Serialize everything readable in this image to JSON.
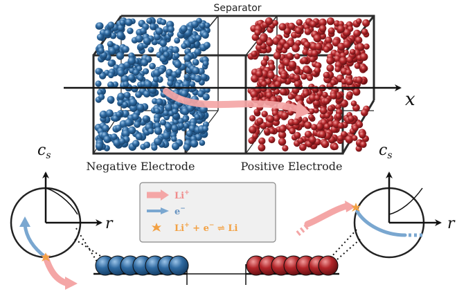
{
  "labels": {
    "separator": "Separator",
    "negative_electrode": "Negative Electrode",
    "positive_electrode": "Positive Electrode",
    "x_axis": "x",
    "cs_left": "c",
    "cs_left_sub": "s",
    "cs_right": "c",
    "cs_right_sub": "s",
    "r_left": "r",
    "r_right": "r"
  },
  "legend": {
    "li_ion": "Li",
    "li_ion_sup": "+",
    "electron": "e",
    "electron_sup": "−",
    "reaction_left": "Li",
    "reaction_left_sup": "+",
    "reaction_plus": " + e",
    "reaction_plus_sup": "−",
    "reaction_arrow": " ⇌ ",
    "reaction_right": "Li"
  },
  "colors": {
    "negative_particle": "#2f6aa1",
    "positive_particle": "#b3262a",
    "li_ion_arrow": "#f4a6a6",
    "electron_arrow": "#7aa7d0",
    "reaction_marker": "#f2a144",
    "box_line": "#2b2b2b"
  },
  "icons": {
    "li_ion": "right-arrow-icon",
    "electron": "right-arrow-icon",
    "reaction": "star-burst-icon"
  }
}
